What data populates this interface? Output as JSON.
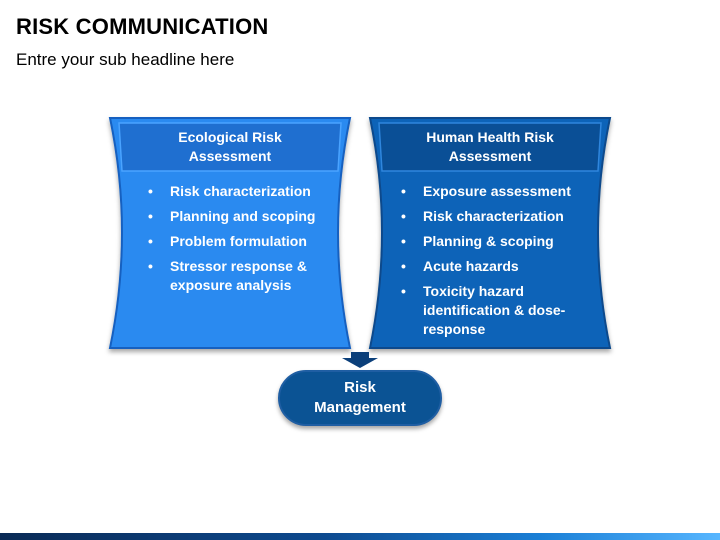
{
  "header": {
    "title": "RISK COMMUNICATION",
    "subtitle": "Entre your sub headline here"
  },
  "cards": [
    {
      "heading_line1": "Ecological Risk",
      "heading_line2": "Assessment",
      "items": [
        "Risk characterization",
        "Planning and scoping",
        "Problem formulation",
        "Stressor response & exposure analysis"
      ],
      "color": "#2b8af0",
      "header_color": "#1f6fd0"
    },
    {
      "heading_line1": "Human Health Risk",
      "heading_line2": "Assessment",
      "items": [
        "Exposure assessment",
        "Risk characterization",
        "Planning & scoping",
        "Acute hazards",
        "Toxicity hazard identification & dose-response"
      ],
      "color": "#0d63b8",
      "header_color": "#0a4f96"
    }
  ],
  "outcome": {
    "line1": "Risk",
    "line2": "Management",
    "color": "#0b5394"
  }
}
